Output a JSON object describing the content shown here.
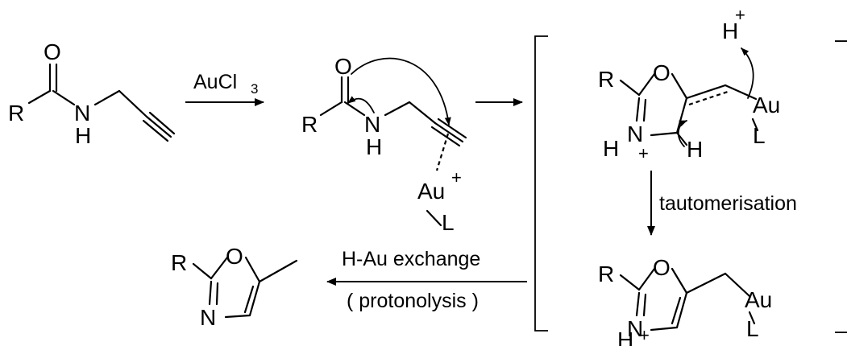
{
  "atoms": {
    "R": "R",
    "O": "O",
    "N": "N",
    "H": "H",
    "Au": "Au",
    "L": "L",
    "plus": "+",
    "minus": "–"
  },
  "reagents": {
    "catalyst": "AuCl",
    "catalyst_sub": "3"
  },
  "step_labels": {
    "tautomerisation": "tautomerisation",
    "exchange": "H-Au exchange",
    "protonolysis": "( protonolysis )"
  }
}
